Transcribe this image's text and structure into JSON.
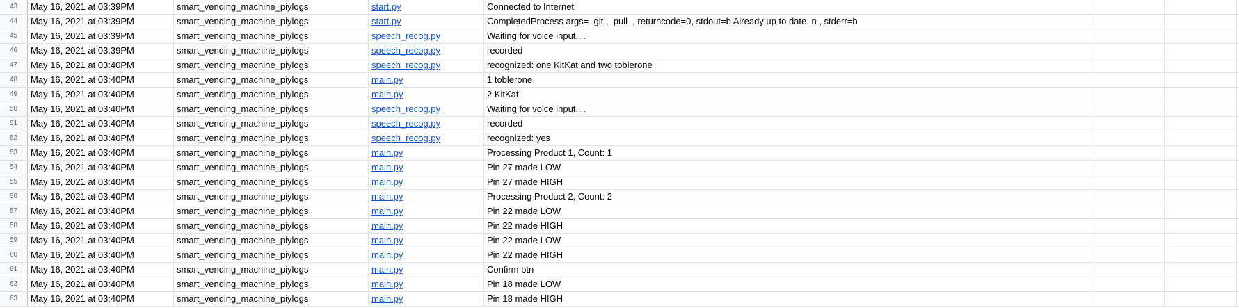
{
  "colors": {
    "link": "#1155cc",
    "grid": "#e2e3e3",
    "row_header_bg": "#f8f9fa",
    "row_header_text": "#5f6368"
  },
  "rows": [
    {
      "num": "43",
      "timestamp": "May 16, 2021 at 03:39PM",
      "source": "smart_vending_machine_piylogs",
      "file": "start.py",
      "message": "Connected to Internet"
    },
    {
      "num": "44",
      "timestamp": "May 16, 2021 at 03:39PM",
      "source": "smart_vending_machine_piylogs",
      "file": "start.py",
      "message": "CompletedProcess args=  git ,  pull  , returncode=0, stdout=b Already up to date. n , stderr=b"
    },
    {
      "num": "45",
      "timestamp": "May 16, 2021 at 03:39PM",
      "source": "smart_vending_machine_piylogs",
      "file": "speech_recog.py",
      "message": "Waiting for voice input...."
    },
    {
      "num": "46",
      "timestamp": "May 16, 2021 at 03:39PM",
      "source": "smart_vending_machine_piylogs",
      "file": "speech_recog.py",
      "message": "recorded"
    },
    {
      "num": "47",
      "timestamp": "May 16, 2021 at 03:40PM",
      "source": "smart_vending_machine_piylogs",
      "file": "speech_recog.py",
      "message": "recognized: one KitKat and two toblerone"
    },
    {
      "num": "48",
      "timestamp": "May 16, 2021 at 03:40PM",
      "source": "smart_vending_machine_piylogs",
      "file": "main.py",
      "message": "1 toblerone"
    },
    {
      "num": "49",
      "timestamp": "May 16, 2021 at 03:40PM",
      "source": "smart_vending_machine_piylogs",
      "file": "main.py",
      "message": "2 KitKat"
    },
    {
      "num": "50",
      "timestamp": "May 16, 2021 at 03:40PM",
      "source": "smart_vending_machine_piylogs",
      "file": "speech_recog.py",
      "message": "Waiting for voice input...."
    },
    {
      "num": "51",
      "timestamp": "May 16, 2021 at 03:40PM",
      "source": "smart_vending_machine_piylogs",
      "file": "speech_recog.py",
      "message": "recorded"
    },
    {
      "num": "52",
      "timestamp": "May 16, 2021 at 03:40PM",
      "source": "smart_vending_machine_piylogs",
      "file": "speech_recog.py",
      "message": "recognized: yes"
    },
    {
      "num": "53",
      "timestamp": "May 16, 2021 at 03:40PM",
      "source": "smart_vending_machine_piylogs",
      "file": "main.py",
      "message": "Processing Product 1, Count: 1"
    },
    {
      "num": "54",
      "timestamp": "May 16, 2021 at 03:40PM",
      "source": "smart_vending_machine_piylogs",
      "file": "main.py",
      "message": "Pin 27 made LOW"
    },
    {
      "num": "55",
      "timestamp": "May 16, 2021 at 03:40PM",
      "source": "smart_vending_machine_piylogs",
      "file": "main.py",
      "message": "Pin 27 made HIGH"
    },
    {
      "num": "56",
      "timestamp": "May 16, 2021 at 03:40PM",
      "source": "smart_vending_machine_piylogs",
      "file": "main.py",
      "message": "Processing Product 2, Count: 2"
    },
    {
      "num": "57",
      "timestamp": "May 16, 2021 at 03:40PM",
      "source": "smart_vending_machine_piylogs",
      "file": "main.py",
      "message": "Pin 22 made LOW"
    },
    {
      "num": "58",
      "timestamp": "May 16, 2021 at 03:40PM",
      "source": "smart_vending_machine_piylogs",
      "file": "main.py",
      "message": "Pin 22 made HIGH"
    },
    {
      "num": "59",
      "timestamp": "May 16, 2021 at 03:40PM",
      "source": "smart_vending_machine_piylogs",
      "file": "main.py",
      "message": "Pin 22 made LOW"
    },
    {
      "num": "60",
      "timestamp": "May 16, 2021 at 03:40PM",
      "source": "smart_vending_machine_piylogs",
      "file": "main.py",
      "message": "Pin 22 made HIGH"
    },
    {
      "num": "61",
      "timestamp": "May 16, 2021 at 03:40PM",
      "source": "smart_vending_machine_piylogs",
      "file": "main.py",
      "message": "Confirm btn"
    },
    {
      "num": "62",
      "timestamp": "May 16, 2021 at 03:40PM",
      "source": "smart_vending_machine_piylogs",
      "file": "main.py",
      "message": "Pin 18 made LOW"
    },
    {
      "num": "63",
      "timestamp": "May 16, 2021 at 03:40PM",
      "source": "smart_vending_machine_piylogs",
      "file": "main.py",
      "message": "Pin 18 made HIGH"
    }
  ]
}
